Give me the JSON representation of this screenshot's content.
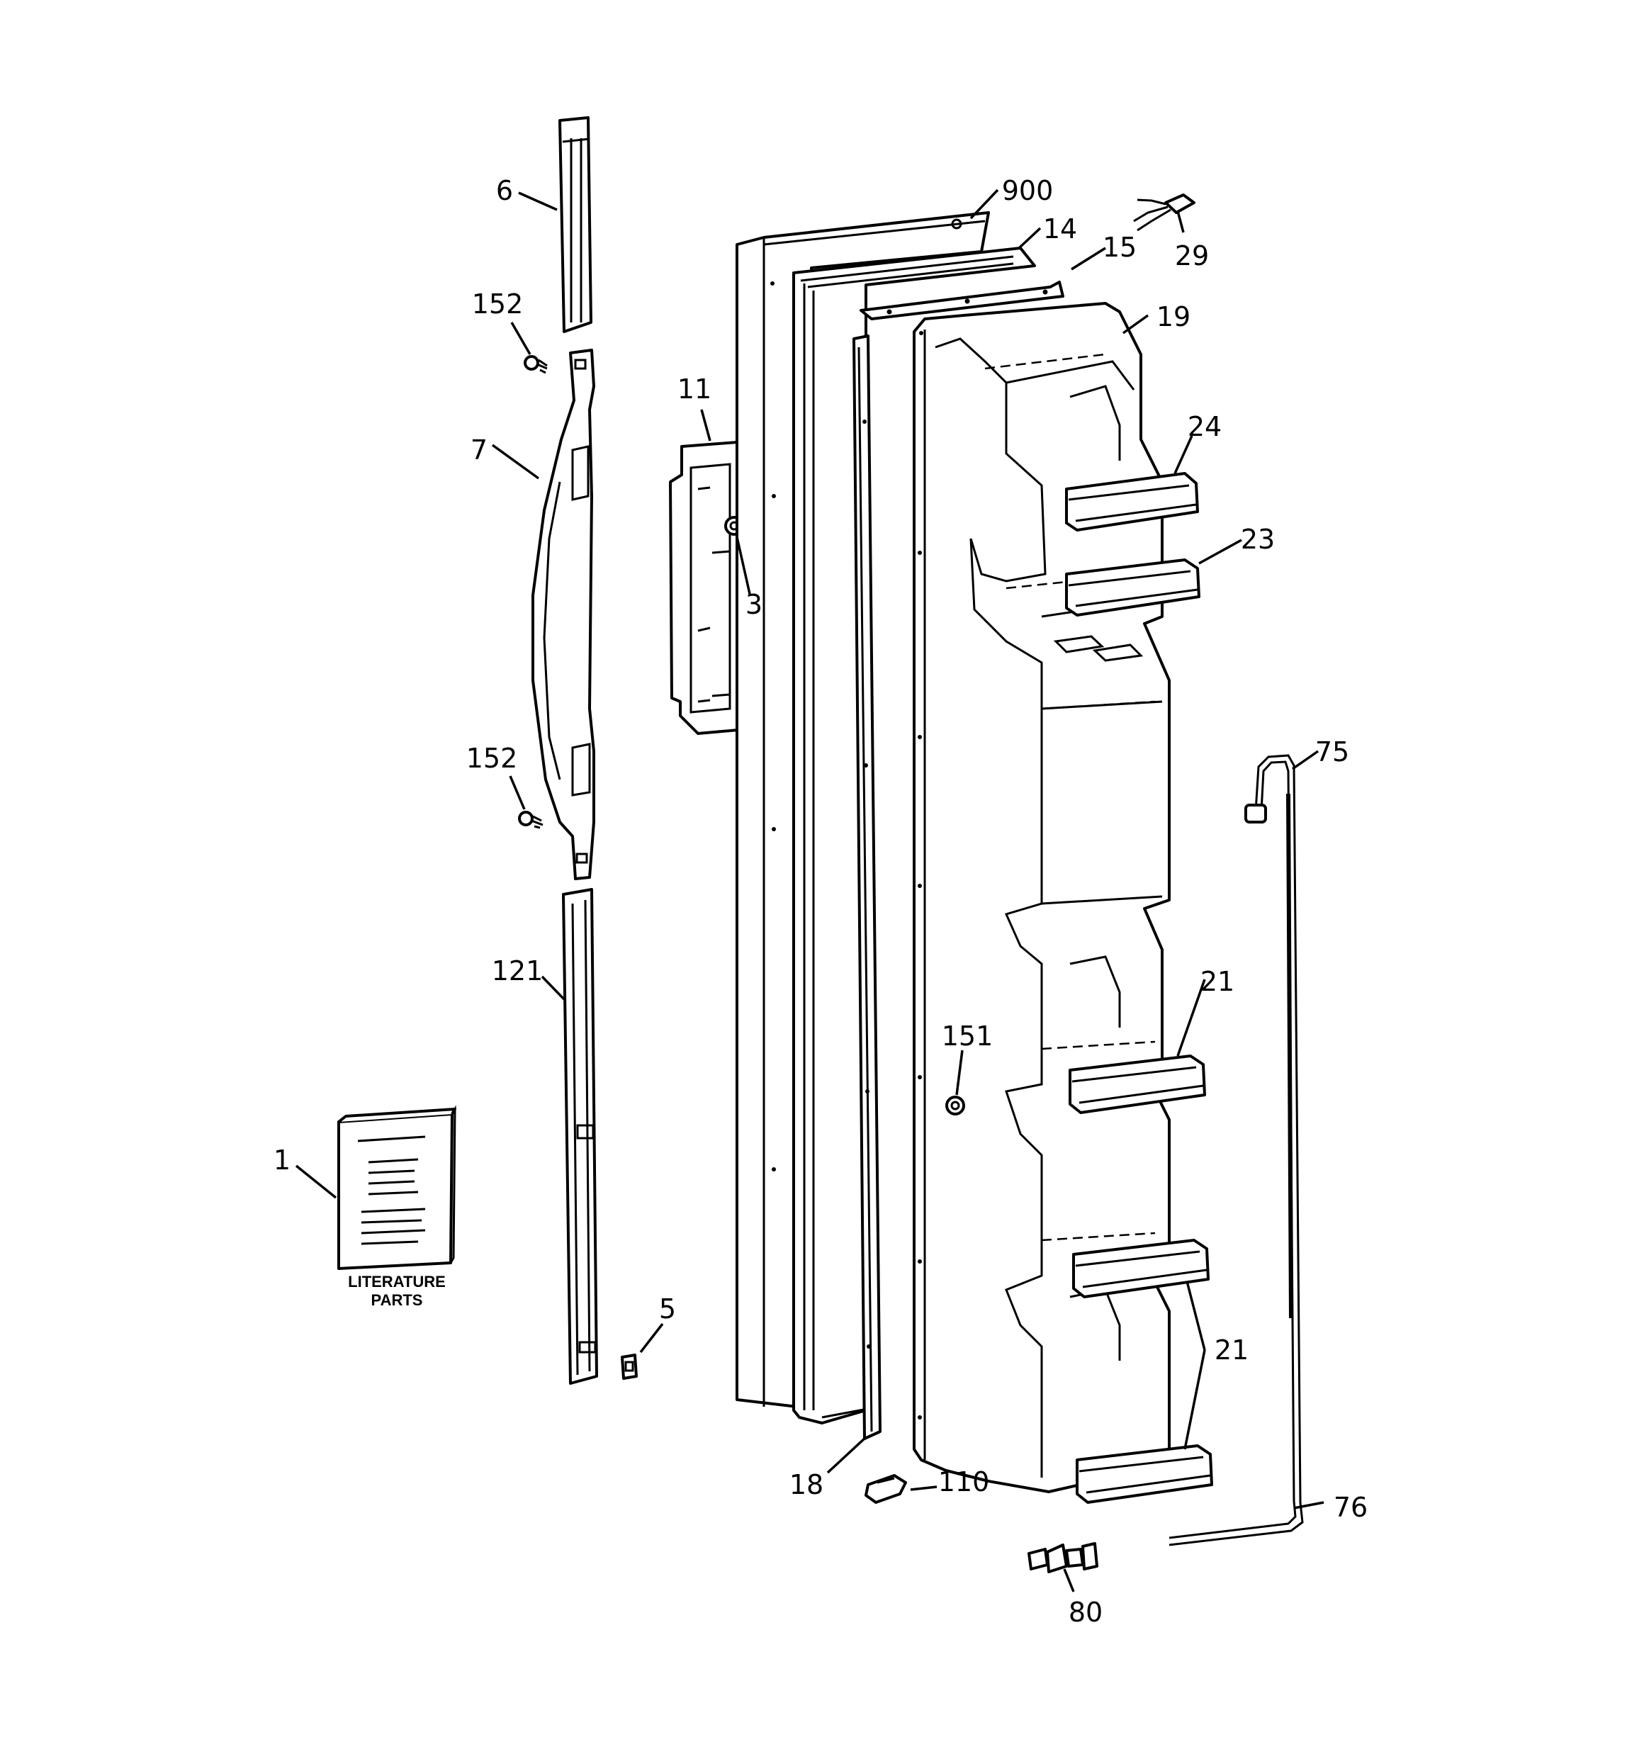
{
  "diagram": {
    "callouts": {
      "c1": "1",
      "c3": "3",
      "c5": "5",
      "c6": "6",
      "c7": "7",
      "c11": "11",
      "c14": "14",
      "c15": "15",
      "c18": "18",
      "c19": "19",
      "c21a": "21",
      "c21b": "21",
      "c23": "23",
      "c24": "24",
      "c29": "29",
      "c75": "75",
      "c76": "76",
      "c80": "80",
      "c110": "110",
      "c121": "121",
      "c151": "151",
      "c152a": "152",
      "c152b": "152",
      "c900": "900"
    },
    "literature_book": {
      "caption_line1": "LITERATURE",
      "caption_line2": "PARTS"
    }
  }
}
